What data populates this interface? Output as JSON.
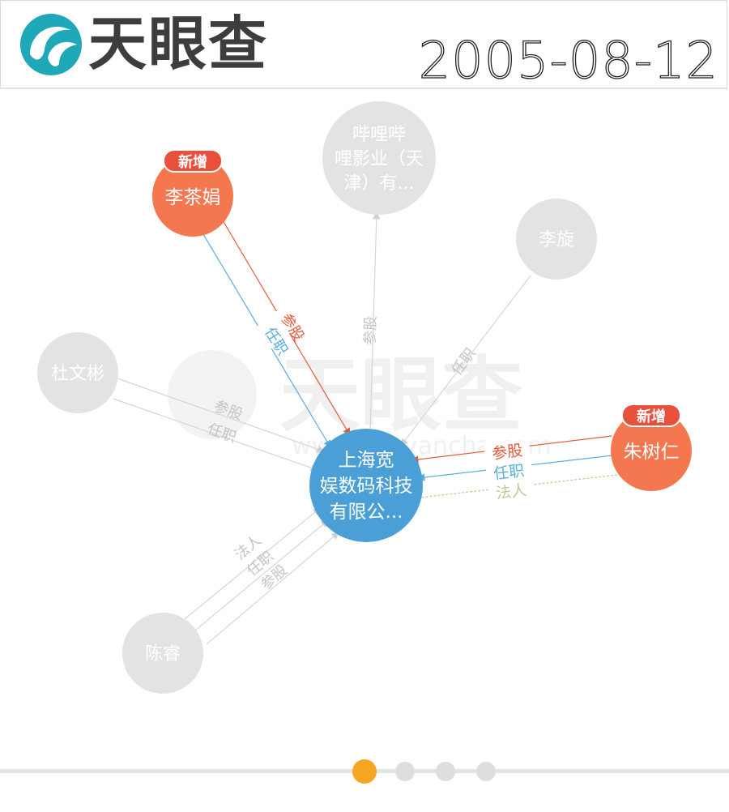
{
  "header": {
    "logo_text": "天眼查",
    "date": "2005-08-12"
  },
  "watermark": {
    "text": "天眼查",
    "url": "www.tianyancha.com"
  },
  "nodes": {
    "center": {
      "lines": [
        "上海宽",
        "娱数码科技",
        "有限公..."
      ],
      "color": "#4a9fd6"
    },
    "li_chajuan": {
      "label": "李茶娟",
      "badge": "新增",
      "color": "#f5774f"
    },
    "zhu_shuren": {
      "label": "朱树仁",
      "badge": "新增",
      "color": "#f5774f"
    },
    "bilibili": {
      "lines": [
        "哔哩哔",
        "哩影业（天",
        "津）有..."
      ]
    },
    "li_xuan": {
      "label": "李旋"
    },
    "du_wenbin": {
      "label": "杜文彬"
    },
    "chen_rui": {
      "label": "陈睿"
    }
  },
  "edges": {
    "li_chajuan": [
      "参股",
      "任职"
    ],
    "bilibili": [
      "参股"
    ],
    "li_xuan": [
      "任职"
    ],
    "du_wenbin": [
      "参股",
      "任职"
    ],
    "zhu_shuren": [
      "参股",
      "任职",
      "法人"
    ],
    "chen_rui": [
      "法人",
      "任职",
      "参股"
    ]
  },
  "colors": {
    "share": "#e8593a",
    "position": "#5aaedc",
    "legal": "#c9c49a",
    "faded": "#d6d6d6",
    "faded_text": "#c4c4c4",
    "faded_node": "#e3e3e3"
  },
  "pager": {
    "count": 4,
    "active_index": 0
  }
}
